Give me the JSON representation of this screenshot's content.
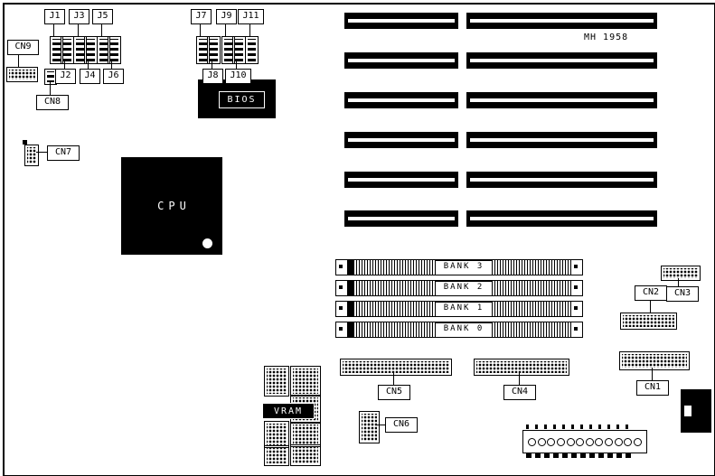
{
  "diagram": {
    "marking": "MH 1958",
    "jumpers": {
      "j1": "J1",
      "j2": "J2",
      "j3": "J3",
      "j4": "J4",
      "j5": "J5",
      "j6": "J6",
      "j7": "J7",
      "j8": "J8",
      "j9": "J9",
      "j10": "J10",
      "j11": "J11"
    },
    "connectors": {
      "cn1": "CN1",
      "cn2": "CN2",
      "cn3": "CN3",
      "cn4": "CN4",
      "cn5": "CN5",
      "cn6": "CN6",
      "cn7": "CN7",
      "cn8": "CN8",
      "cn9": "CN9"
    },
    "chips": {
      "cpu": "CPU",
      "bios": "BIOS",
      "vram": "VRAM"
    },
    "memory_banks": {
      "bank0": "BANK 0",
      "bank1": "BANK 1",
      "bank2": "BANK 2",
      "bank3": "BANK 3"
    }
  }
}
